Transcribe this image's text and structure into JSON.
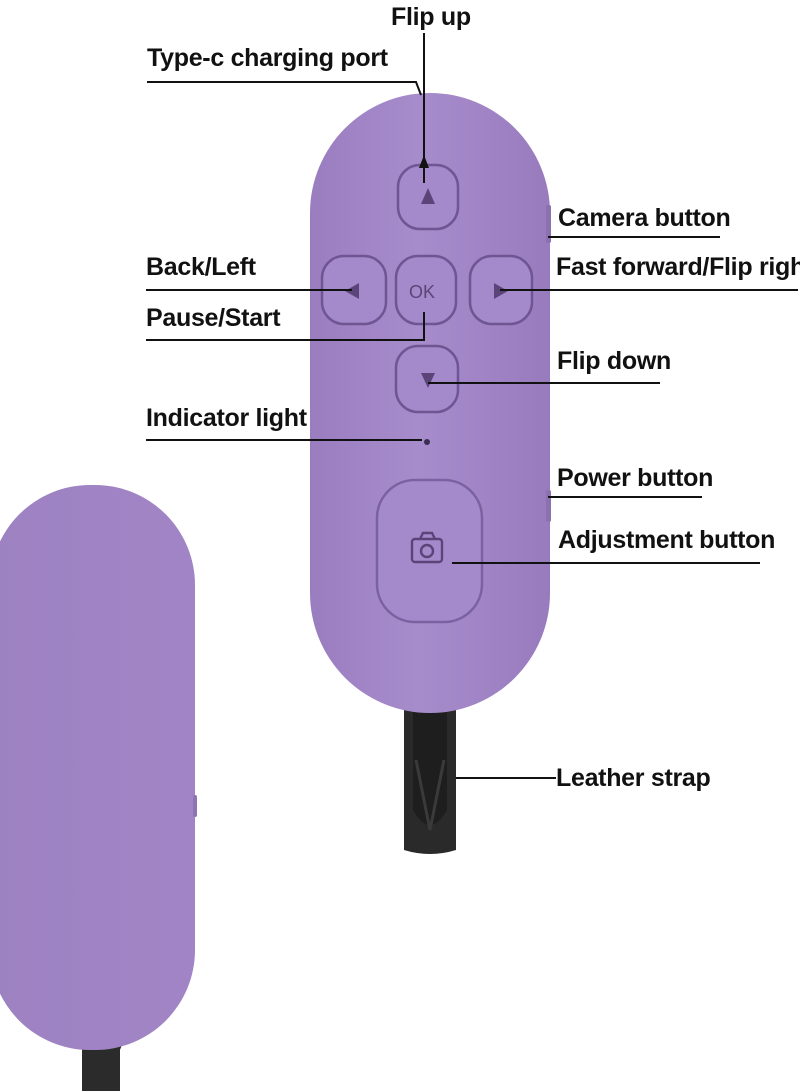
{
  "colors": {
    "body": "#9f82c4",
    "body_highlight": "#b39ad3",
    "button_fill": "#a58acb",
    "button_edge": "#6f5592",
    "glyph": "#5b4578",
    "strap": "#2a2a2a",
    "line": "#111111",
    "text": "#111111"
  },
  "labels": {
    "flip_up": "Flip up",
    "type_c_port": "Type-c charging port",
    "camera_button": "Camera button",
    "back_left": "Back/Left",
    "fast_forward": "Fast forward/Flip right",
    "pause_start": "Pause/Start",
    "flip_down": "Flip down",
    "indicator_light": "Indicator light",
    "power_button": "Power button",
    "adjustment_button": "Adjustment button",
    "leather_strap": "Leather strap"
  },
  "device": {
    "ok_text": "OK",
    "icons": [
      "up-arrow-icon",
      "left-arrow-icon",
      "right-arrow-icon",
      "down-arrow-icon",
      "camera-icon"
    ]
  }
}
